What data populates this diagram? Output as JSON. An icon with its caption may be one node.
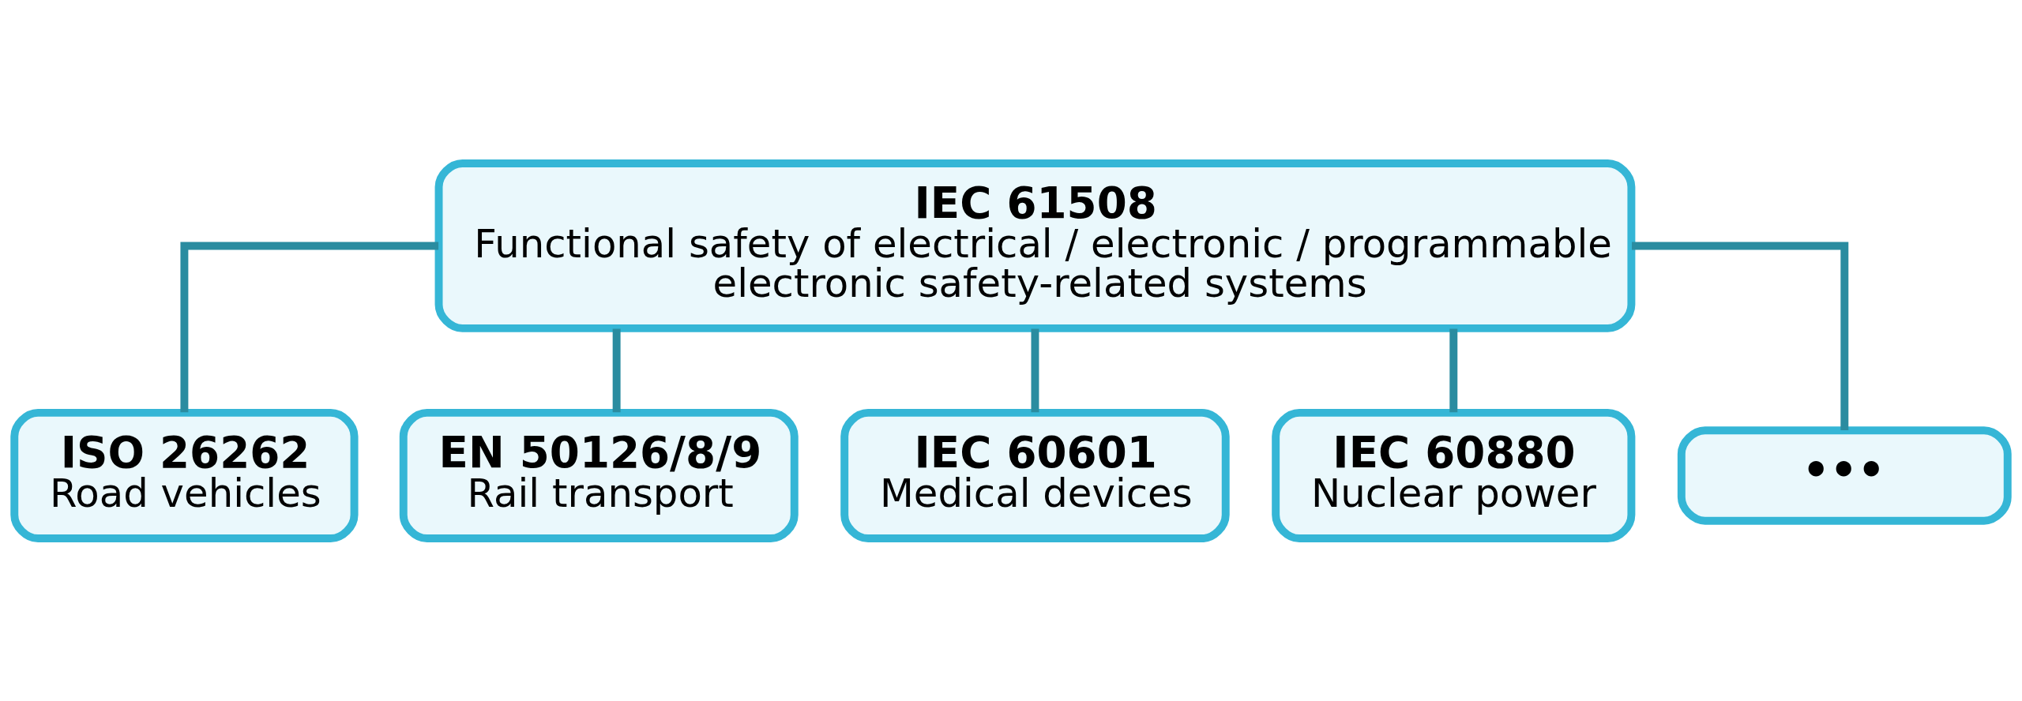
{
  "diagram": {
    "nodes": [
      {
        "text": [
          "IEC 61508",
          "Functional safety of electrical / electronic / programmable electronic safety-related systems"
        ]
      },
      {
        "text": [
          "ISO 26262",
          "Road vehicles"
        ]
      },
      {
        "text": [
          "EN 50126/8/9",
          "Rail transport"
        ]
      },
      {
        "text": [
          "IEC 60601",
          "Medical devices"
        ]
      },
      {
        "text": [
          "IEC 60880",
          "Nuclear power"
        ]
      },
      {
        "text": [
          "•••"
        ]
      }
    ],
    "edges": [
      {
        "from": 0,
        "to": 1,
        "arrow": "none"
      },
      {
        "from": 0,
        "to": 2,
        "arrow": "none"
      },
      {
        "from": 0,
        "to": 3,
        "arrow": "none"
      },
      {
        "from": 0,
        "to": 4,
        "arrow": "none"
      },
      {
        "from": 0,
        "to": 5,
        "arrow": "none"
      }
    ]
  }
}
